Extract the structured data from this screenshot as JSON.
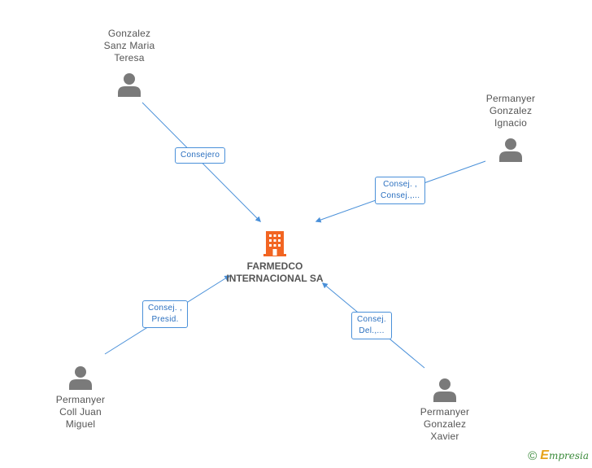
{
  "company": {
    "line1": "FARMEDCO",
    "line2": "INTERNACIONAL SA",
    "icon": "building-icon",
    "color": "#f26522"
  },
  "people": [
    {
      "id": "gonzalez-sanz-maria-teresa",
      "lines": [
        "Gonzalez",
        "Sanz Maria",
        "Teresa"
      ],
      "icon": "person-icon"
    },
    {
      "id": "permanyer-gonzalez-ignacio",
      "lines": [
        "Permanyer",
        "Gonzalez",
        "Ignacio"
      ],
      "icon": "person-icon"
    },
    {
      "id": "permanyer-coll-juan-miguel",
      "lines": [
        "Permanyer",
        "Coll Juan",
        "Miguel"
      ],
      "icon": "person-icon"
    },
    {
      "id": "permanyer-gonzalez-xavier",
      "lines": [
        "Permanyer",
        "Gonzalez",
        "Xavier"
      ],
      "icon": "person-icon"
    }
  ],
  "roles": [
    {
      "lines": [
        "Consejero"
      ]
    },
    {
      "lines": [
        "Consej. ,",
        "Consej.,..."
      ]
    },
    {
      "lines": [
        "Consej. ,",
        "Presid."
      ]
    },
    {
      "lines": [
        "Consej.",
        "Del.,..."
      ]
    }
  ],
  "colors": {
    "edge": "#4a90d9",
    "person": "#7a7a7a",
    "text": "#555555"
  },
  "footer": {
    "copyright": "©",
    "brand_first": "E",
    "brand_rest": "mpresia"
  }
}
